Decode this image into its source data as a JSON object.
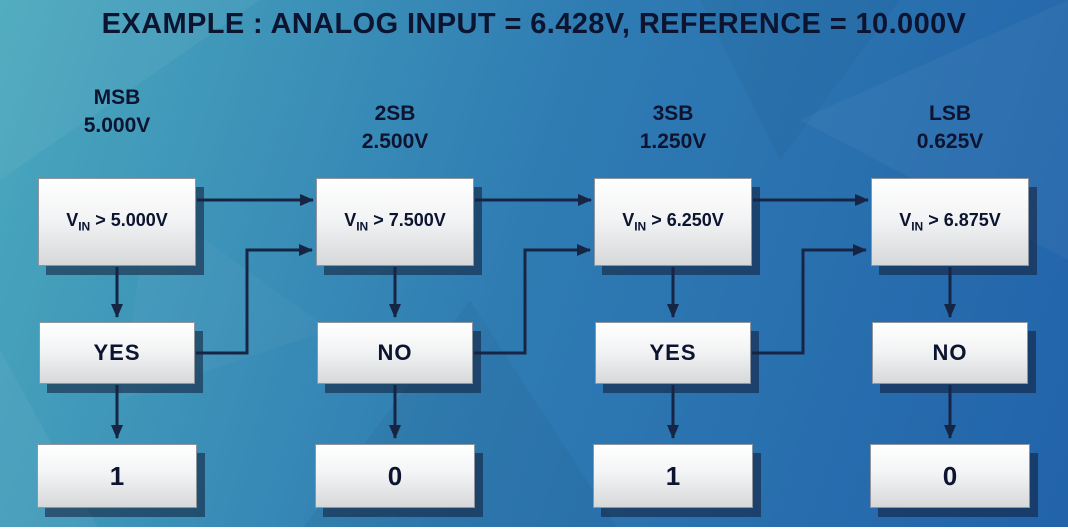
{
  "title": "EXAMPLE : ANALOG INPUT = 6.428V, REFERENCE = 10.000V",
  "colors": {
    "background_start": "#4aa9bd",
    "background_mid": "#2f7cb3",
    "background_end": "#2263aa",
    "title_text": "#0c1430",
    "arrow": "#172544",
    "box_shadow": "rgba(17,28,55,0.55)"
  },
  "columns": [
    {
      "bit_name": "MSB",
      "bit_weight": "5.000V",
      "compare": {
        "var": "V",
        "sub": "IN",
        "condition": "> 5.000V"
      },
      "decision": "YES",
      "bit_value": "1"
    },
    {
      "bit_name": "2SB",
      "bit_weight": "2.500V",
      "compare": {
        "var": "V",
        "sub": "IN",
        "condition": "> 7.500V"
      },
      "decision": "NO",
      "bit_value": "0"
    },
    {
      "bit_name": "3SB",
      "bit_weight": "1.250V",
      "compare": {
        "var": "V",
        "sub": "IN",
        "condition": "> 6.250V"
      },
      "decision": "YES",
      "bit_value": "1"
    },
    {
      "bit_name": "LSB",
      "bit_weight": "0.625V",
      "compare": {
        "var": "V",
        "sub": "IN",
        "condition": "> 6.875V"
      },
      "decision": "NO",
      "bit_value": "0"
    }
  ]
}
